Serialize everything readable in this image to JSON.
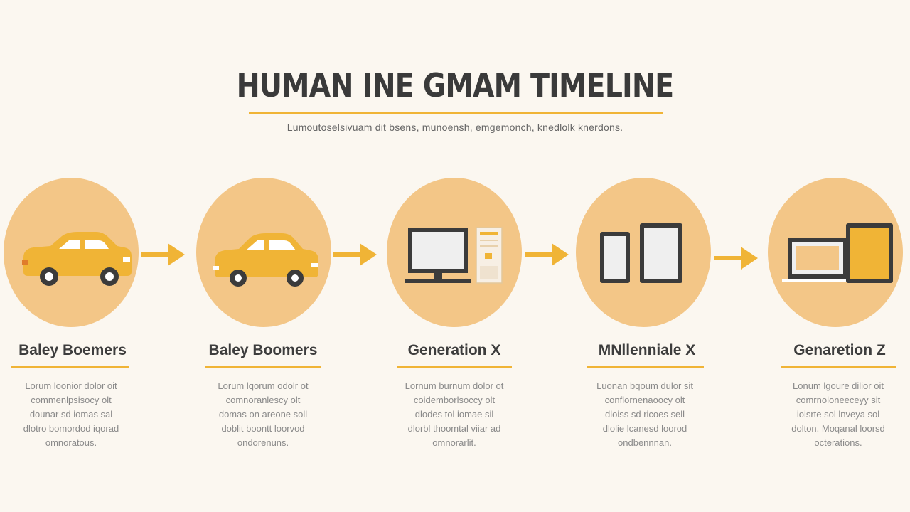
{
  "title": "HUMAN INE GMAM TIMELINE",
  "subtitle": "Lumoutoselsivuam dit bsens, munoensh, emgemonch, knedlolk knerdons.",
  "colors": {
    "background": "#fbf7f0",
    "circle": "#f3c687",
    "accent": "#f0b436",
    "arrow": "#f0b436",
    "device_dark": "#3b3b3b"
  },
  "generations": [
    {
      "label": "Baley Boemers",
      "icon": "car-icon",
      "description": [
        "Lorum loonior dolor oit",
        "commenlpsisocy olt",
        "dounar sd iomas sal",
        "dlotro bomordod iqorad",
        "omnoratous."
      ]
    },
    {
      "label": "Baley Boomers",
      "icon": "car-icon",
      "description": [
        "Lorum lqorum odolr ot",
        "comnoranlescy olt",
        "domas on areone soll",
        "doblit boontt loorvod",
        "ondorenuns."
      ]
    },
    {
      "label": "Generation X",
      "icon": "desktop-computer-icon",
      "description": [
        "Lornum burnum dolor ot",
        "coidemborlsoccy olt",
        "dlodes tol iomae sil",
        "dlorbl thoomtal viiar ad",
        "omnorarlit."
      ]
    },
    {
      "label": "MNllenniale X",
      "icon": "phone-tablet-icon",
      "description": [
        "Luonan bqoum dulor sit",
        "conflornenaoocy olt",
        "dloiss sd ricoes sell",
        "dlolie lcanesd loorod",
        "ondbennnan."
      ]
    },
    {
      "label": "Genaretion Z",
      "icon": "laptop-tablet-icon",
      "description": [
        "Lonum lgoure dilior oit",
        "comrnoloneeceyy sit",
        "ioisrte sol lnveya sol",
        "dolton. Moqanal loorsd",
        "octerations."
      ]
    }
  ]
}
